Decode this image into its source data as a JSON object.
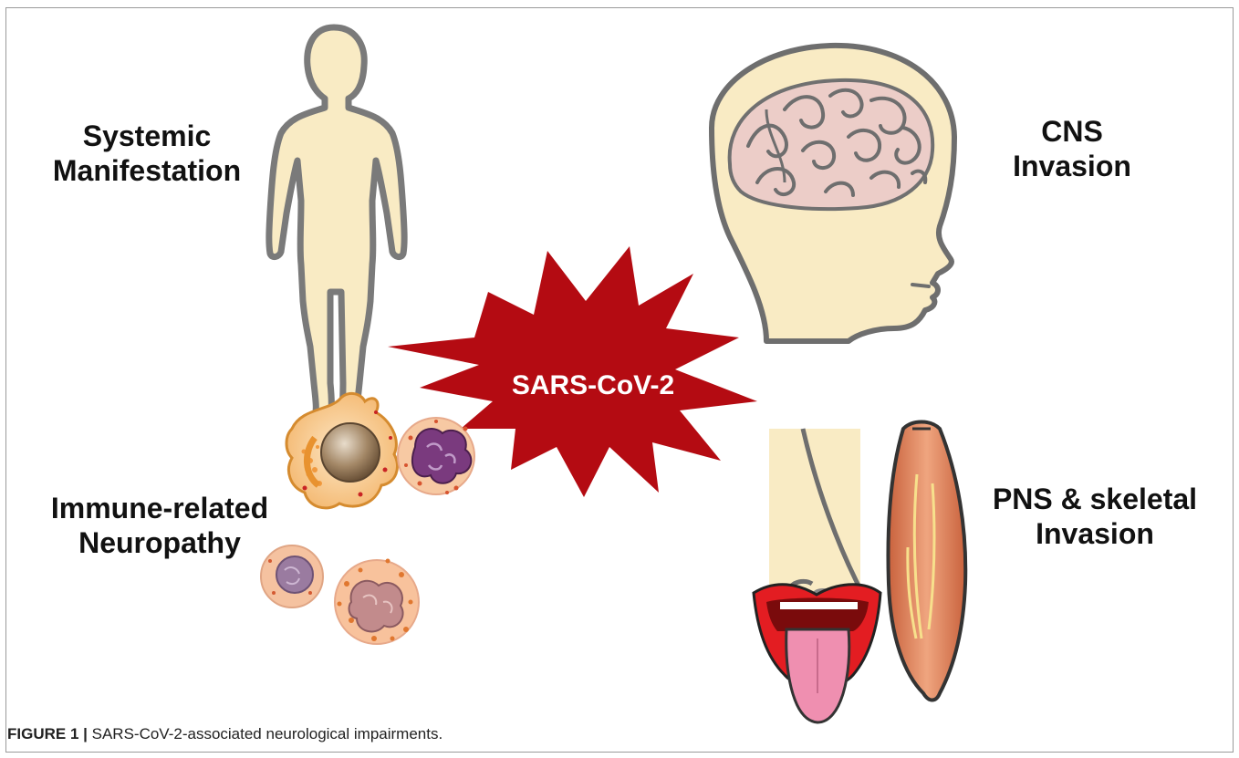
{
  "labels": {
    "systemic_line1": "Systemic",
    "systemic_line2": "Manifestation",
    "cns_line1": "CNS",
    "cns_line2": "Invasion",
    "immune_line1": "Immune-related",
    "immune_line2": "Neuropathy",
    "pns_line1": "PNS & skeletal",
    "pns_line2": "Invasion",
    "center": "SARS-CoV-2"
  },
  "caption": {
    "prefix": "FIGURE 1 |",
    "text": "SARS-CoV-2-associated neurological impairments."
  },
  "icons": [
    "human-body-icon",
    "brain-head-icon",
    "immune-cells-icon",
    "nose-icon",
    "tongue-mouth-icon",
    "muscle-icon",
    "starburst-icon"
  ],
  "colors": {
    "skin": "#f9ebc4",
    "outline": "#6e6e6e",
    "star": "#b40b12",
    "brain": "#eccdc8",
    "muscle": "#e4875e",
    "tongue": "#ef8fb0",
    "lips": "#e31d22"
  }
}
